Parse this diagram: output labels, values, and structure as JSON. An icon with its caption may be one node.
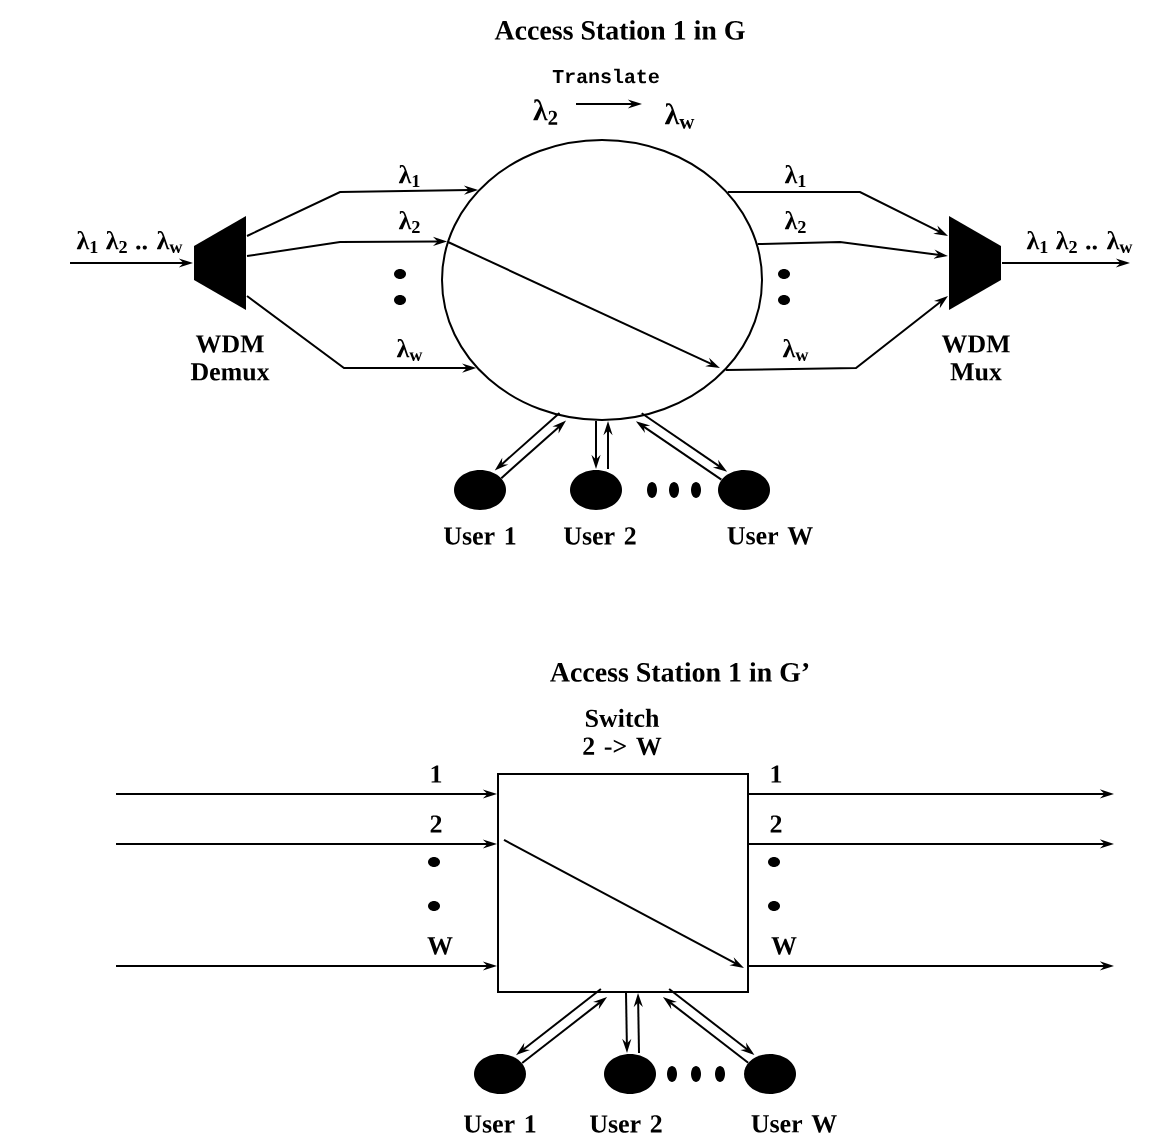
{
  "diagram": {
    "nodes": [
      {
        "text": [
          "WDM Demux"
        ]
      },
      {
        "text": [],
        "shape": "circle"
      },
      {
        "text": [
          "WDM Mux"
        ]
      },
      {
        "text": [
          "User 1"
        ]
      },
      {
        "text": [
          "User 2"
        ]
      },
      {
        "text": [
          "User W"
        ]
      },
      {
        "text": [
          "Switch 2 -> W"
        ]
      },
      {
        "text": [
          "User 1"
        ]
      },
      {
        "text": [
          "User 2"
        ]
      },
      {
        "text": [
          "User W"
        ]
      }
    ],
    "edges": [
      {
        "from": null,
        "to": 0,
        "arrow": "to",
        "label": "λ$_{1}$ λ$_{2}$ .. λ$_{w}$"
      },
      {
        "from": 0,
        "to": 1,
        "arrow": "to",
        "label": "λ$_{1}$"
      },
      {
        "from": 0,
        "to": 1,
        "arrow": "to",
        "label": "λ$_{2}$"
      },
      {
        "from": 0,
        "to": 1,
        "arrow": "to",
        "label": "λ$_{w}$"
      },
      {
        "from": 1,
        "to": 2,
        "arrow": "to",
        "label": "λ$_{1}$"
      },
      {
        "from": 1,
        "to": 2,
        "arrow": "to",
        "label": "λ$_{2}$"
      },
      {
        "from": 1,
        "to": 2,
        "arrow": "to",
        "label": "λ$_{w}$"
      },
      {
        "from": 2,
        "to": null,
        "arrow": "to",
        "label": "λ$_{1}$ λ$_{2}$ .. λ$_{w}$"
      },
      {
        "from": 1,
        "to": 3,
        "arrow": "to"
      },
      {
        "from": 3,
        "to": 1,
        "arrow": "to"
      },
      {
        "from": 1,
        "to": 4,
        "arrow": "to"
      },
      {
        "from": 4,
        "to": 1,
        "arrow": "to"
      },
      {
        "from": 1,
        "to": 5,
        "arrow": "to"
      },
      {
        "from": 5,
        "to": 1,
        "arrow": "to"
      },
      {
        "from": null,
        "to": 6,
        "arrow": "to",
        "label": "1"
      },
      {
        "from": null,
        "to": 6,
        "arrow": "to",
        "label": "2"
      },
      {
        "from": null,
        "to": 6,
        "arrow": "to",
        "label": "W"
      },
      {
        "from": 6,
        "to": null,
        "arrow": "to",
        "label": "1"
      },
      {
        "from": 6,
        "to": null,
        "arrow": "to",
        "label": "2"
      },
      {
        "from": 6,
        "to": null,
        "arrow": "to",
        "label": "W"
      },
      {
        "from": 6,
        "to": 7,
        "arrow": "to"
      },
      {
        "from": 7,
        "to": 6,
        "arrow": "to"
      },
      {
        "from": 6,
        "to": 8,
        "arrow": "to"
      },
      {
        "from": 8,
        "to": 6,
        "arrow": "to"
      },
      {
        "from": 6,
        "to": 9,
        "arrow": "to"
      },
      {
        "from": 9,
        "to": 6,
        "arrow": "to"
      }
    ],
    "labels": [
      "Access Station 1 in G",
      "Translate",
      "λ$_{2}$",
      "λ$_{w}$",
      "Access Station 1 in G’"
    ]
  }
}
